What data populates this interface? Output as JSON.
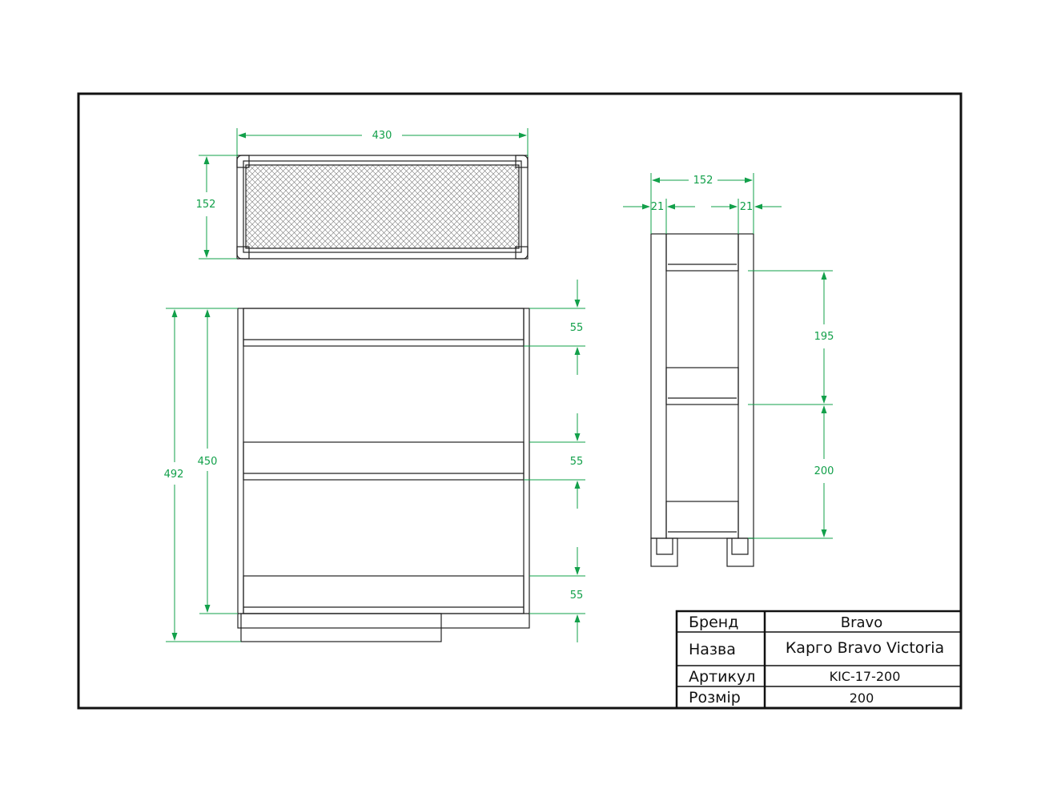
{
  "colors": {
    "dimension": "#12a04a",
    "line": "#222222",
    "frame": "#111111"
  },
  "top_view": {
    "width": "430",
    "depth": "152"
  },
  "front_view": {
    "overall_height": "492",
    "inner_height": "450",
    "shelf_gap_1": "55",
    "shelf_gap_2": "55",
    "shelf_gap_3": "55"
  },
  "side_view": {
    "overall_width": "152",
    "left_post": "21",
    "right_post": "21",
    "upper_spacing": "195",
    "lower_spacing": "200"
  },
  "title_block": {
    "rows": [
      {
        "label": "Бренд",
        "value": "Bravo"
      },
      {
        "label": "Назва",
        "value": "Карго Bravo Victoria"
      },
      {
        "label": "Артикул",
        "value": "KIC-17-200"
      },
      {
        "label": "Розмір",
        "value": "200"
      }
    ]
  }
}
